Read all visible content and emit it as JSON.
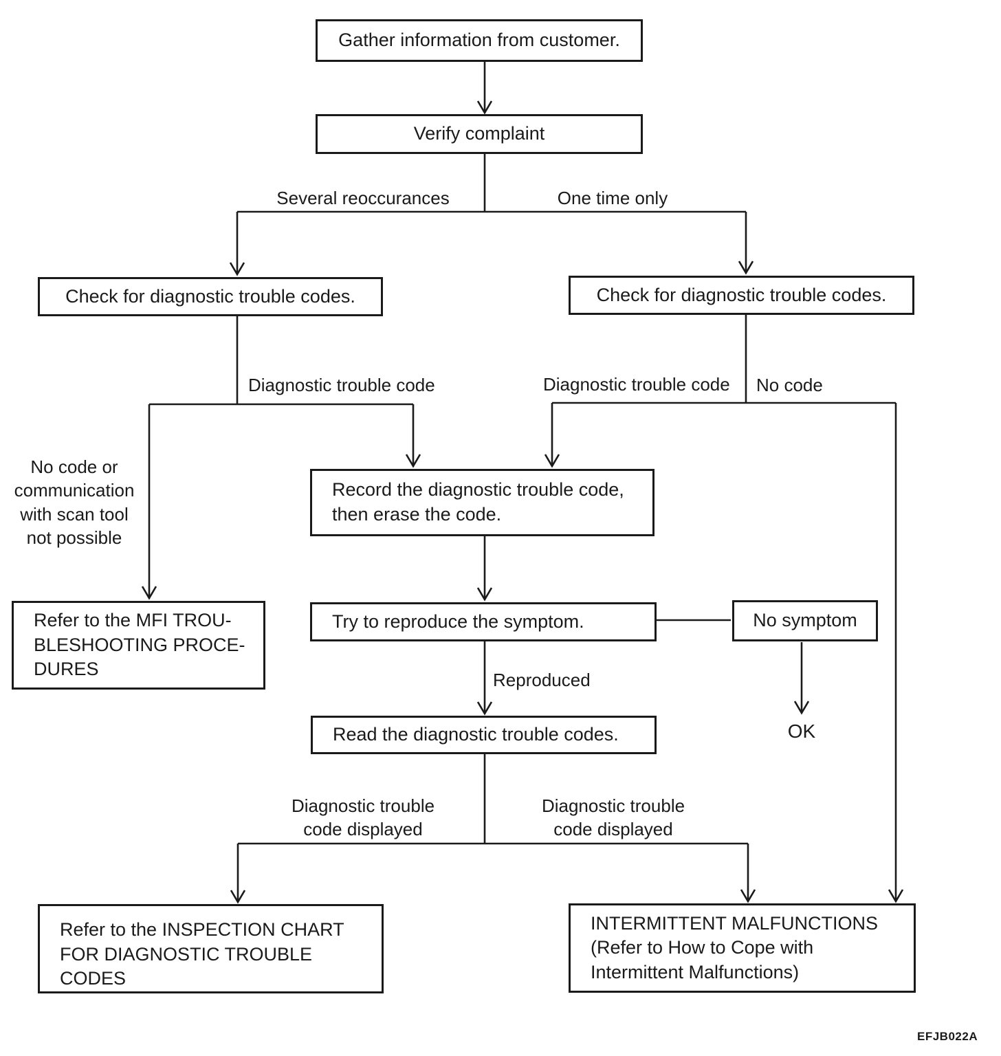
{
  "diagram": {
    "figure_code": "EFJB022A",
    "colors": {
      "ink": "#1a1a1a",
      "background": "#ffffff"
    },
    "nodes": {
      "gather": "Gather information from customer.",
      "verify": "Verify complaint",
      "check_left": "Check for diagnostic trouble codes.",
      "check_right": "Check for diagnostic trouble codes.",
      "record": "Record the diagnostic trouble code,\nthen erase the code.",
      "mfi": "Refer to the MFI TROU-\nBLESHOOTING PROCE-\nDURES",
      "try_reproduce": "Try to reproduce the symptom.",
      "no_symptom": "No symptom",
      "read": "Read the diagnostic trouble codes.",
      "inspection": "Refer to the INSPECTION CHART\nFOR DIAGNOSTIC TROUBLE CODES",
      "intermittent": "INTERMITTENT MALFUNCTIONS\n(Refer to  How to Cope with\nIntermittent Malfunctions)"
    },
    "edge_labels": {
      "several_reoccurances": "Several reoccurances",
      "one_time_only": "One time only",
      "dtc_left": "Diagnostic trouble code",
      "dtc_right": "Diagnostic trouble code",
      "no_code": "No code",
      "no_code_or_comm": "No code or\ncommunication\nwith scan tool\nnot possible",
      "reproduced": "Reproduced",
      "ok": "OK",
      "dtc_displayed_left": "Diagnostic trouble\ncode displayed",
      "dtc_displayed_right": "Diagnostic trouble\ncode displayed"
    }
  }
}
